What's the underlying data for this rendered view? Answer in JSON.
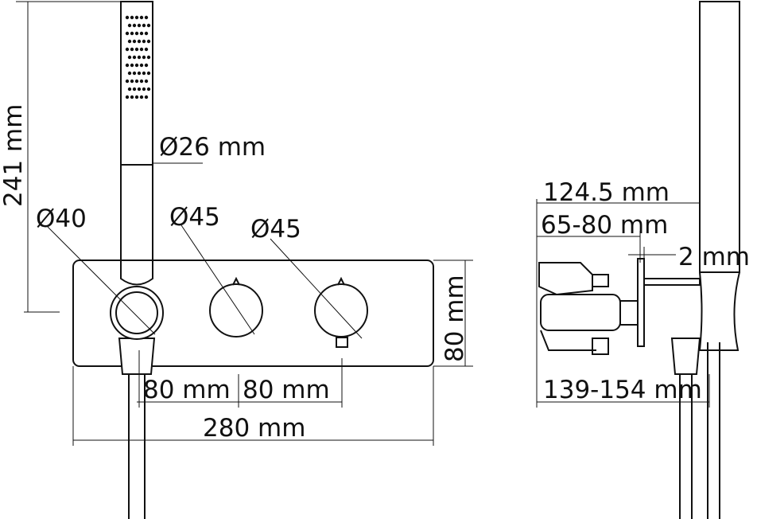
{
  "front_view": {
    "height_label": "241 mm",
    "shower_diameter_label": "Ø26 mm",
    "knob1_diameter_label": "Ø40",
    "knob2_diameter_label": "Ø45",
    "knob3_diameter_label": "Ø45",
    "panel_height_label": "80 mm",
    "spacing1_label": "80 mm",
    "spacing2_label": "80 mm",
    "panel_width_label": "280 mm"
  },
  "side_view": {
    "total_projection_label": "124.5 mm",
    "body_depth_label": "65-80 mm",
    "plate_thickness_label": "2 mm",
    "overall_depth_label": "139-154 mm"
  }
}
